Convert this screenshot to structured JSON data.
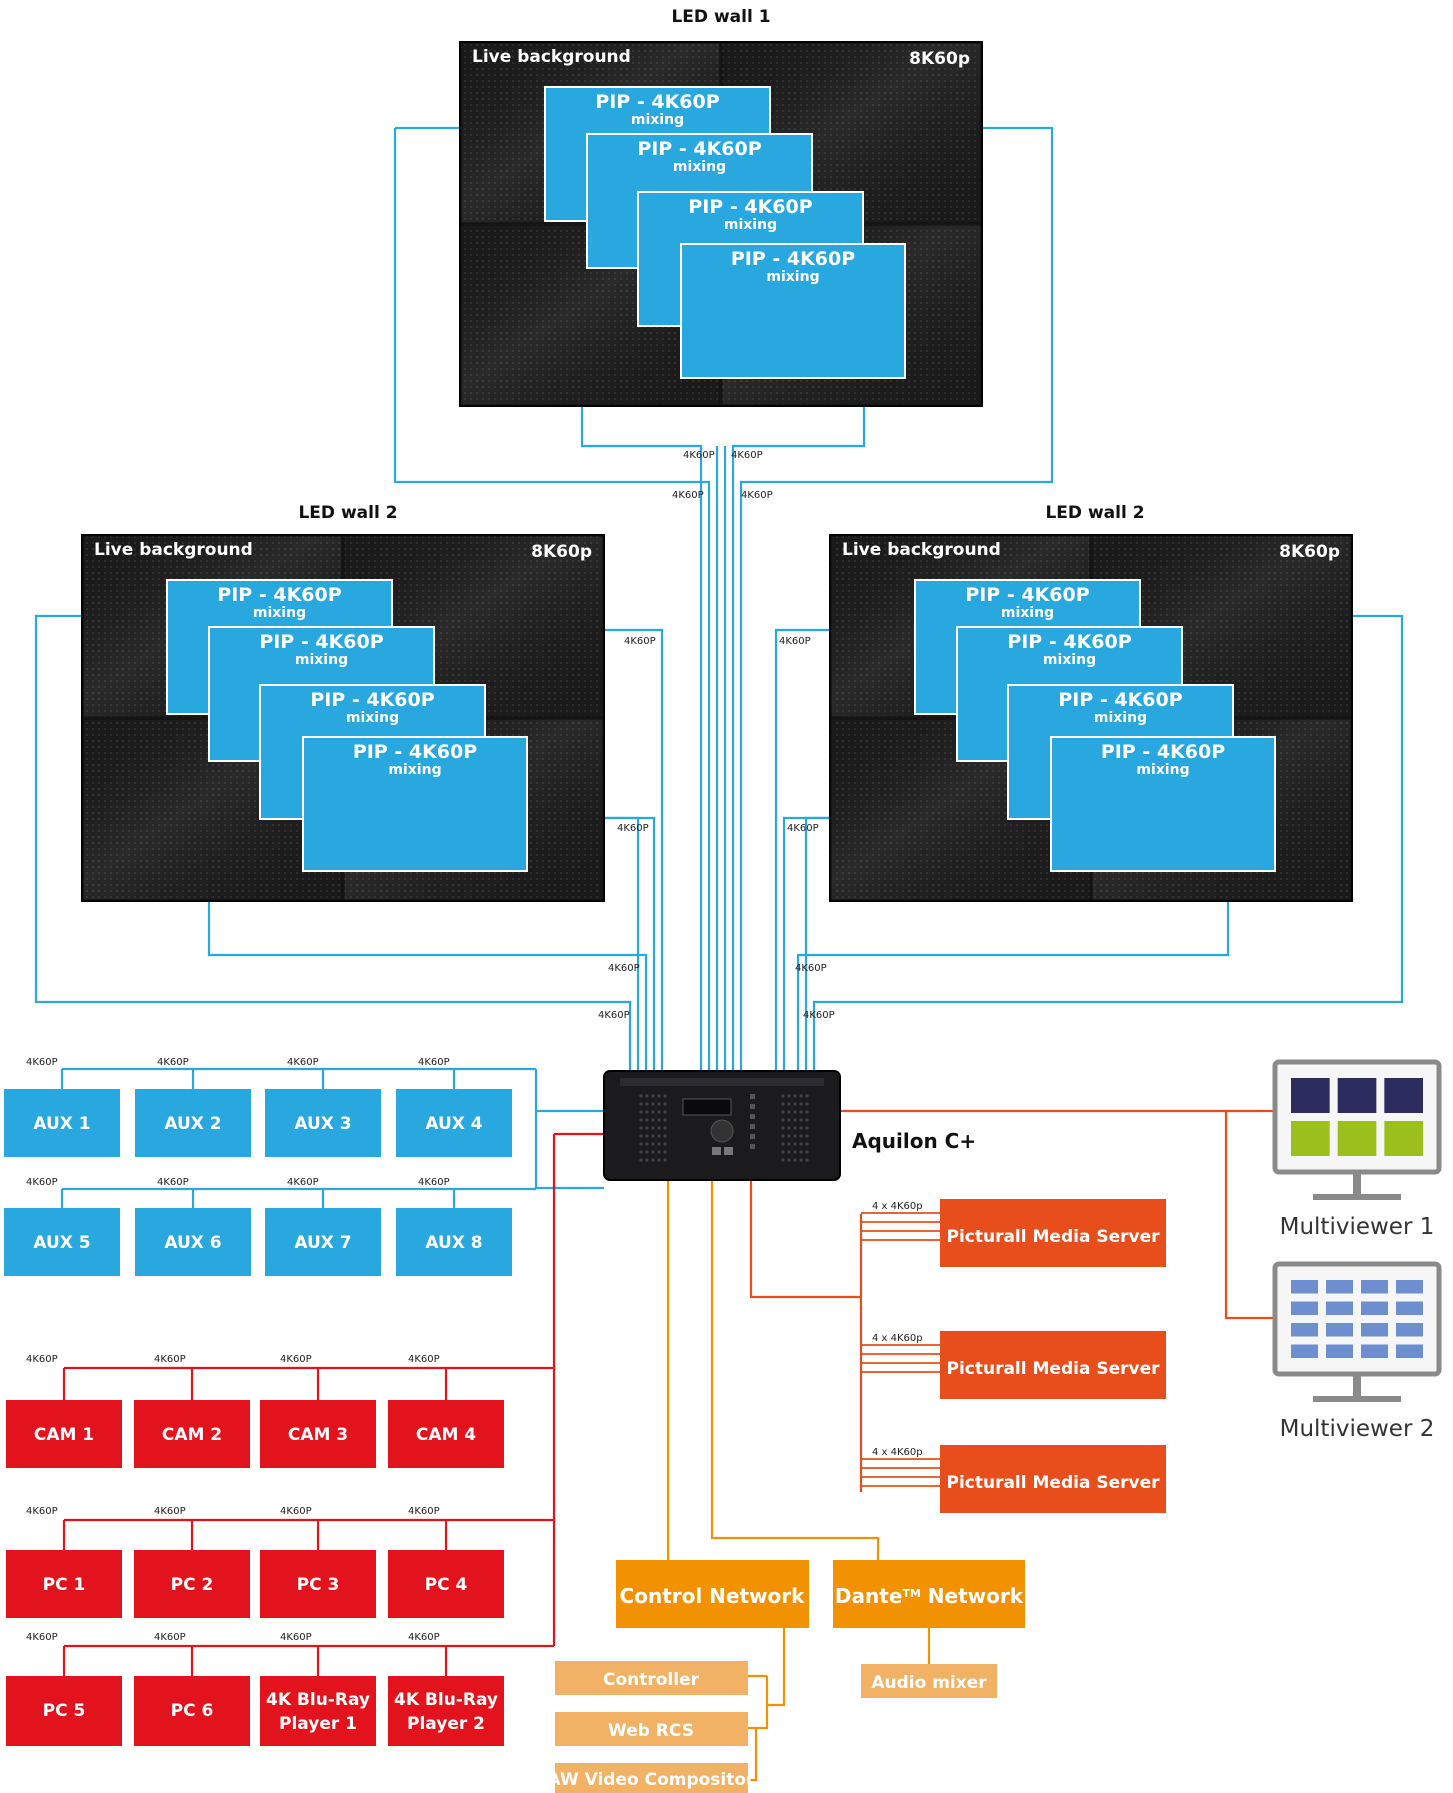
{
  "walls": [
    {
      "title": "LED wall 1",
      "bg_label": "Live background",
      "resolution": "8K60p",
      "pips": [
        {
          "title": "PIP - 4K60P",
          "sub": "mixing"
        },
        {
          "title": "PIP - 4K60P",
          "sub": "mixing"
        },
        {
          "title": "PIP - 4K60P",
          "sub": "mixing"
        },
        {
          "title": "PIP - 4K60P",
          "sub": "mixing"
        }
      ]
    },
    {
      "title": "LED wall 2",
      "bg_label": "Live background",
      "resolution": "8K60p",
      "pips": [
        {
          "title": "PIP - 4K60P",
          "sub": "mixing"
        },
        {
          "title": "PIP - 4K60P",
          "sub": "mixing"
        },
        {
          "title": "PIP - 4K60P",
          "sub": "mixing"
        },
        {
          "title": "PIP - 4K60P",
          "sub": "mixing"
        }
      ]
    },
    {
      "title": "LED wall 2",
      "bg_label": "Live background",
      "resolution": "8K60p",
      "pips": [
        {
          "title": "PIP - 4K60P",
          "sub": "mixing"
        },
        {
          "title": "PIP - 4K60P",
          "sub": "mixing"
        },
        {
          "title": "PIP - 4K60P",
          "sub": "mixing"
        },
        {
          "title": "PIP - 4K60P",
          "sub": "mixing"
        }
      ]
    }
  ],
  "link_label": "4K60P",
  "link_label_multi": "4 x 4K60p",
  "aux": [
    "AUX 1",
    "AUX 2",
    "AUX 3",
    "AUX 4",
    "AUX 5",
    "AUX 6",
    "AUX 7",
    "AUX 8"
  ],
  "sources": [
    [
      "CAM 1",
      "CAM 2",
      "CAM 3",
      "CAM 4"
    ],
    [
      "PC 1",
      "PC 2",
      "PC 3",
      "PC 4"
    ],
    [
      "PC 5",
      "PC 6",
      "4K Blu-Ray|Player 1",
      "4K Blu-Ray|Player 2"
    ]
  ],
  "processor": "Aquilon C+",
  "media_servers": [
    "Picturall Media Server",
    "Picturall Media Server",
    "Picturall Media Server"
  ],
  "multiviewers": [
    "Multiviewer 1",
    "Multiviewer 2"
  ],
  "control_network": "Control Network",
  "dante_network": {
    "name": "Dante",
    "tm": "TM",
    "suffix": " Network"
  },
  "control_devices": [
    "Controller",
    "Web RCS",
    "AW Video Compositor"
  ],
  "audio_mixer": "Audio mixer",
  "colors": {
    "blue": "#29a8e0",
    "red": "#e3131e",
    "orange": "#e84e1b",
    "amber": "#f39200",
    "light_amber": "#f2b266",
    "wall": "#1c1c1c"
  }
}
